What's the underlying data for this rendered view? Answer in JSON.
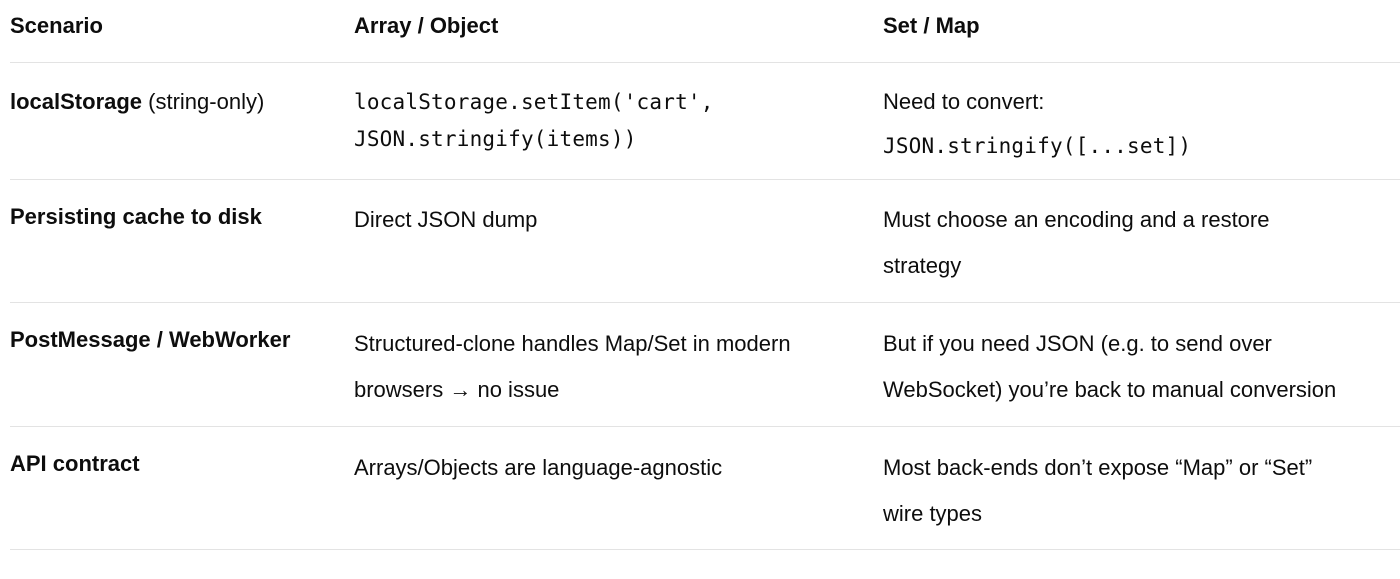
{
  "headers": [
    "Scenario",
    "Array / Object",
    "Set / Map"
  ],
  "rows": [
    {
      "scenario_bold": "localStorage",
      "scenario_rest": " (string-only)",
      "array_object_lines": [
        "localStorage.setItem('cart',",
        "JSON.stringify(items))"
      ],
      "set_map_lines": [
        "Need to convert:",
        "JSON.stringify([...set])"
      ]
    },
    {
      "scenario_bold": "Persisting cache to disk",
      "array_object_lines": [
        "Direct JSON dump"
      ],
      "set_map_lines": [
        "Must choose an encoding and a restore",
        "strategy"
      ]
    },
    {
      "scenario_bold": "PostMessage / WebWorker",
      "array_object_lines": [
        "Structured-clone handles Map/Set in modern",
        "browsers → no issue"
      ],
      "set_map_lines": [
        "But if you need JSON (e.g. to send over",
        "WebSocket) you’re back to manual conversion"
      ]
    },
    {
      "scenario_bold": "API contract",
      "array_object_lines": [
        "Arrays/Objects are language-agnostic"
      ],
      "set_map_lines": [
        "Most back-ends don’t expose “Map” or “Set”",
        "wire types"
      ]
    }
  ]
}
